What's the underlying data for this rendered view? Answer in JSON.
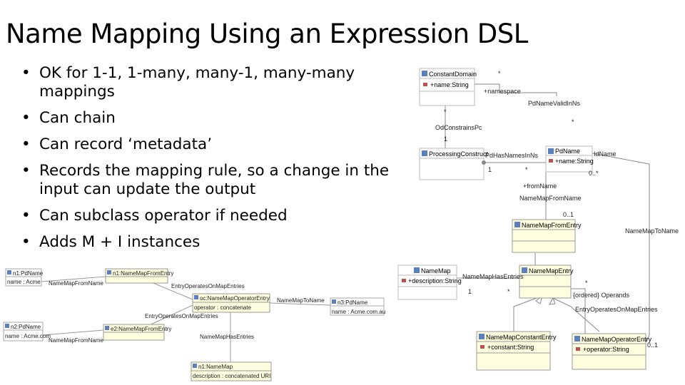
{
  "slide": {
    "title": "Name Mapping Using an Expression DSL",
    "bullets": [
      "OK for 1-1, 1-many, many-1, many-many mappings",
      "Can chain",
      "Can record ‘metadata’",
      "Records the mapping rule, so a change in the input can update the output",
      "Can subclass operator if needed",
      "Adds M + I instances"
    ]
  },
  "class_diagram": {
    "classes": {
      "constant_domain": {
        "name": "ConstantDomain",
        "attr": "+name:String"
      },
      "processing_construct": {
        "name": "ProcessingConstruct"
      },
      "pd_name": {
        "name": "PdName",
        "attr": "+name:String"
      },
      "name_map_from_entry": {
        "name": "NameMapFromEntry"
      },
      "name_map": {
        "name": "NameMap",
        "attr": "+description:String"
      },
      "name_map_entry": {
        "name": "NameMapEntry"
      },
      "name_map_constant_entry": {
        "name": "NameMapConstantEntry",
        "attr": "+constant:String"
      },
      "name_map_operator_entry": {
        "name": "NameMapOperatorEntry",
        "attr": "+operator:String"
      }
    },
    "labels": {
      "namespace": "+namespace",
      "pd_name_valid_in_ns": "PdNameValidInNs",
      "od_constrains_pc": "OdConstrainsPc",
      "pd_has_names": "PdHasNamesInNs",
      "id_name": "IdName",
      "mult_0_star": "0..*",
      "mult_1": "1",
      "mult_star_a": "*",
      "mult_star_b": "*",
      "mult_star_c": "*",
      "mult_star_d": "*",
      "mult_1_b": "1",
      "from_name": "+fromName",
      "name_map_from_name": "NameMapFromName",
      "mult_0_1": "0..1",
      "name_map_to_name": "NameMapToName",
      "name_map_has_entries": "NameMapHasEntries",
      "mult_1_c": "1",
      "mult_star_e": "*",
      "mult_star_f": "*",
      "ordered_operands": "{ordered} Operands",
      "entry_operates_on": "EntryOperatesOnMapEntries",
      "mult_0_1_b": "0..1"
    }
  },
  "instance_diagram": {
    "objects": {
      "n1": {
        "name": "n1:PdName",
        "slot": "name : Acme"
      },
      "n2": {
        "name": "n2:PdName",
        "slot": "name : Acme.com"
      },
      "n3": {
        "name": "n3:PdName",
        "slot": "name : Acme.com.au"
      },
      "e1": {
        "name": "n1:NameMapFromEntry"
      },
      "e2": {
        "name": "e2:NameMapFromEntry"
      },
      "op": {
        "name": "oc:NameMapOperatorEntry",
        "slot": "operator : concatenate"
      },
      "nm": {
        "name": "n1:NameMap",
        "slot": "description : concatenated URI"
      }
    },
    "links": {
      "l1": "NameMapFromName",
      "l2": "NameMapFromName",
      "l3": "EntryOperatesOnMapEntries",
      "l4": "EntryOperatesOnMapEntries",
      "l5": "NameMapToName",
      "l6": "NameMapHasEntries"
    }
  }
}
